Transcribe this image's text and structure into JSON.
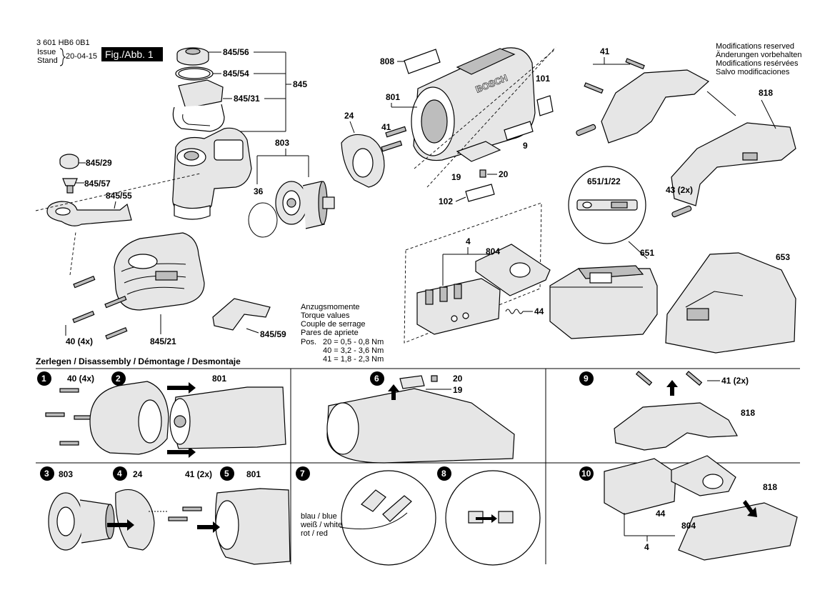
{
  "header": {
    "doc_number": "3 601 HB6 0B1",
    "issue_label": "Issue",
    "stand_label": "Stand",
    "date": "20-04-15",
    "figure": "Fig./Abb. 1"
  },
  "modifications": [
    "Modifications reserved",
    "Änderungen vorbehalten",
    "Modifications resérvées",
    "Salvo modificaciones"
  ],
  "torque": {
    "lines": [
      "Anzugsmomente",
      "Torque values",
      "Couple de serrage",
      "Pares de apriete"
    ],
    "pos_label": "Pos.",
    "values": [
      "20 =  0,5 - 0,8 Nm",
      "40 =  3,2 - 3,6 Nm",
      "41 =  1,8 - 2,3 Nm"
    ]
  },
  "parts": {
    "p808": "808",
    "p801": "801",
    "p101": "101",
    "p41": "41",
    "p9": "9",
    "p19": "19",
    "p20": "20",
    "p102": "102",
    "p24": "24",
    "p803": "803",
    "p36": "36",
    "p845_56": "845/56",
    "p845_54": "845/54",
    "p845_31": "845/31",
    "p845": "845",
    "p845_29": "845/29",
    "p845_57": "845/57",
    "p845_55": "845/55",
    "p40_4x": "40 (4x)",
    "p845_21": "845/21",
    "p845_59": "845/59",
    "p4": "4",
    "p804": "804",
    "p44": "44",
    "p651_1_22": "651/1/22",
    "p651": "651",
    "p653": "653",
    "p818": "818",
    "p43_2x": "43 (2x)",
    "p41b": "41"
  },
  "disassembly_title": "Zerlegen / Disassembly / Démontage / Desmontaje",
  "steps": {
    "s1": "1",
    "s2": "2",
    "s3": "3",
    "s4": "4",
    "s5": "5",
    "s6": "6",
    "s7": "7",
    "s8": "8",
    "s9": "9",
    "s10": "10"
  },
  "step_labels": {
    "st1_40": "40 (4x)",
    "st2_801": "801",
    "st3_803": "803",
    "st4_24": "24",
    "st5_41": "41 (2x)",
    "st5_801": "801",
    "st6_20": "20",
    "st6_19": "19",
    "st9_41": "41 (2x)",
    "st9_818": "818",
    "st10_818": "818",
    "st10_44": "44",
    "st10_804": "804",
    "st10_4": "4"
  },
  "wires": [
    "blau / blue",
    "weiß / white",
    "rot / red"
  ],
  "brand": "BOSCH"
}
